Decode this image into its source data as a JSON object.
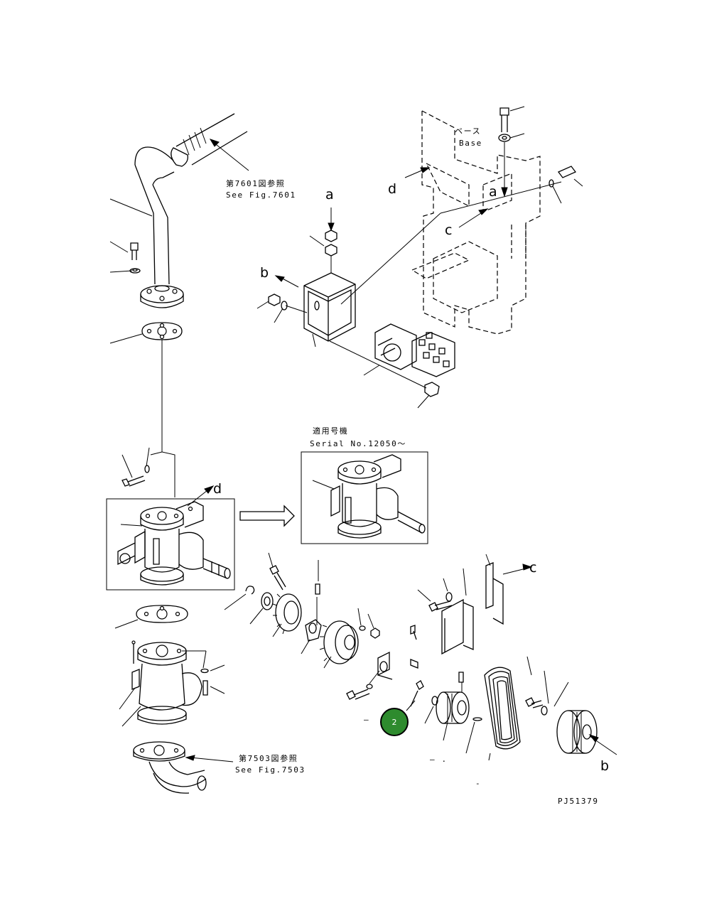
{
  "references": {
    "fig7601_jp": "第7601図参照",
    "fig7601_en": "See Fig.7601",
    "fig7503_jp": "第7503図参照",
    "fig7503_en": "See Fig.7503"
  },
  "base": {
    "jp": "ベース",
    "en": "Base"
  },
  "serial": {
    "jp": "適用号機",
    "en": "Serial No.12050〜"
  },
  "letters": {
    "a": "a",
    "b": "b",
    "c": "c",
    "d": "d"
  },
  "drawing_number": "PJ51379",
  "callout": {
    "number": "2",
    "color": "#2e8b2e"
  },
  "dash_marks": {
    "left": "–",
    "mid": "– .",
    "bottom": "-"
  }
}
